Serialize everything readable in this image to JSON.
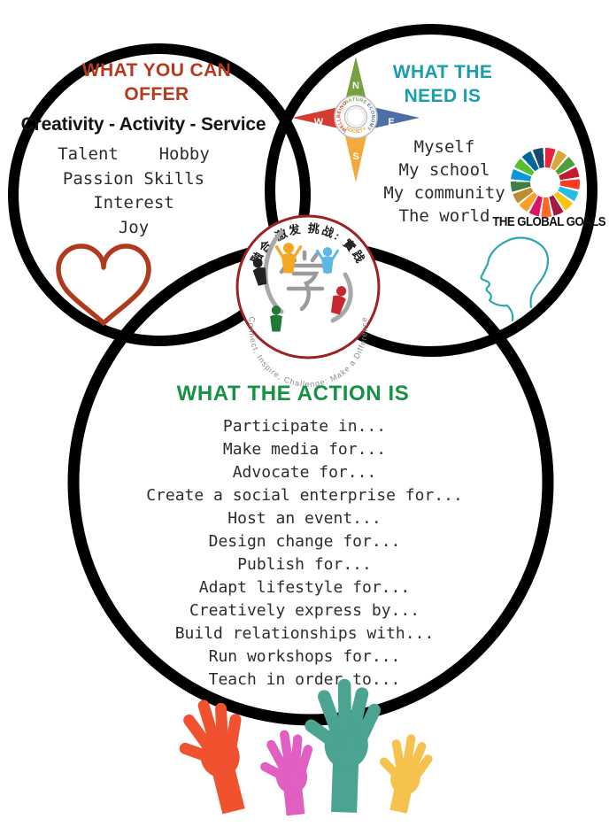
{
  "poster": {
    "type": "venn-diagram",
    "background": "#ffffff",
    "circle_stroke_color": "#000000"
  },
  "offer": {
    "heading": "WHAT YOU CAN OFFER",
    "heading_color": "#B5391D",
    "subheading": "Creativity - Activity - Service",
    "keywords": [
      "Talent    Hobby",
      "Passion Skills",
      "Interest",
      "Joy"
    ],
    "icon": "heart-outline-icon",
    "icon_color": "#AF3A1E"
  },
  "need": {
    "heading": "WHAT THE NEED IS",
    "heading_color": "#189FAB",
    "items": [
      "Myself",
      "My school",
      "My community",
      "The world"
    ],
    "global_goals_label": "THE GLOBAL GOALS",
    "icon": "head-profile-icon",
    "icon_color": "#2BA7B2",
    "compass": {
      "n": "N",
      "e": "E",
      "s": "S",
      "w": "W",
      "ring": [
        "NATURE",
        "ECONOMY",
        "SOCIETY",
        "WELLBEING"
      ],
      "point_colors": {
        "n": "#76A13F",
        "e": "#4C70A5",
        "s": "#F3A93B",
        "w": "#D63B2F"
      }
    }
  },
  "action": {
    "heading": "WHAT THE ACTION IS",
    "heading_color": "#169245",
    "items": [
      "Participate in...",
      "Make media for...",
      "Advocate for...",
      "Create a social enterprise for...",
      "Host an event...",
      "Design change for...",
      "Publish for...",
      "Adapt lifestyle for...",
      "Creatively express by...",
      "Build relationships with...",
      "Run workshops for...",
      "Teach in order to..."
    ]
  },
  "logo": {
    "top_arc": "融合 激发 挑战: 實践",
    "bottom_arc": "Connect, Inspire, Challenge: Make a Difference",
    "center_character": "学",
    "border_color": "#9D2123"
  },
  "hands": {
    "colors": {
      "orange": "#F0512F",
      "pink": "#E05FC1",
      "teal": "#4BA391",
      "yellow": "#F6C24E"
    }
  }
}
